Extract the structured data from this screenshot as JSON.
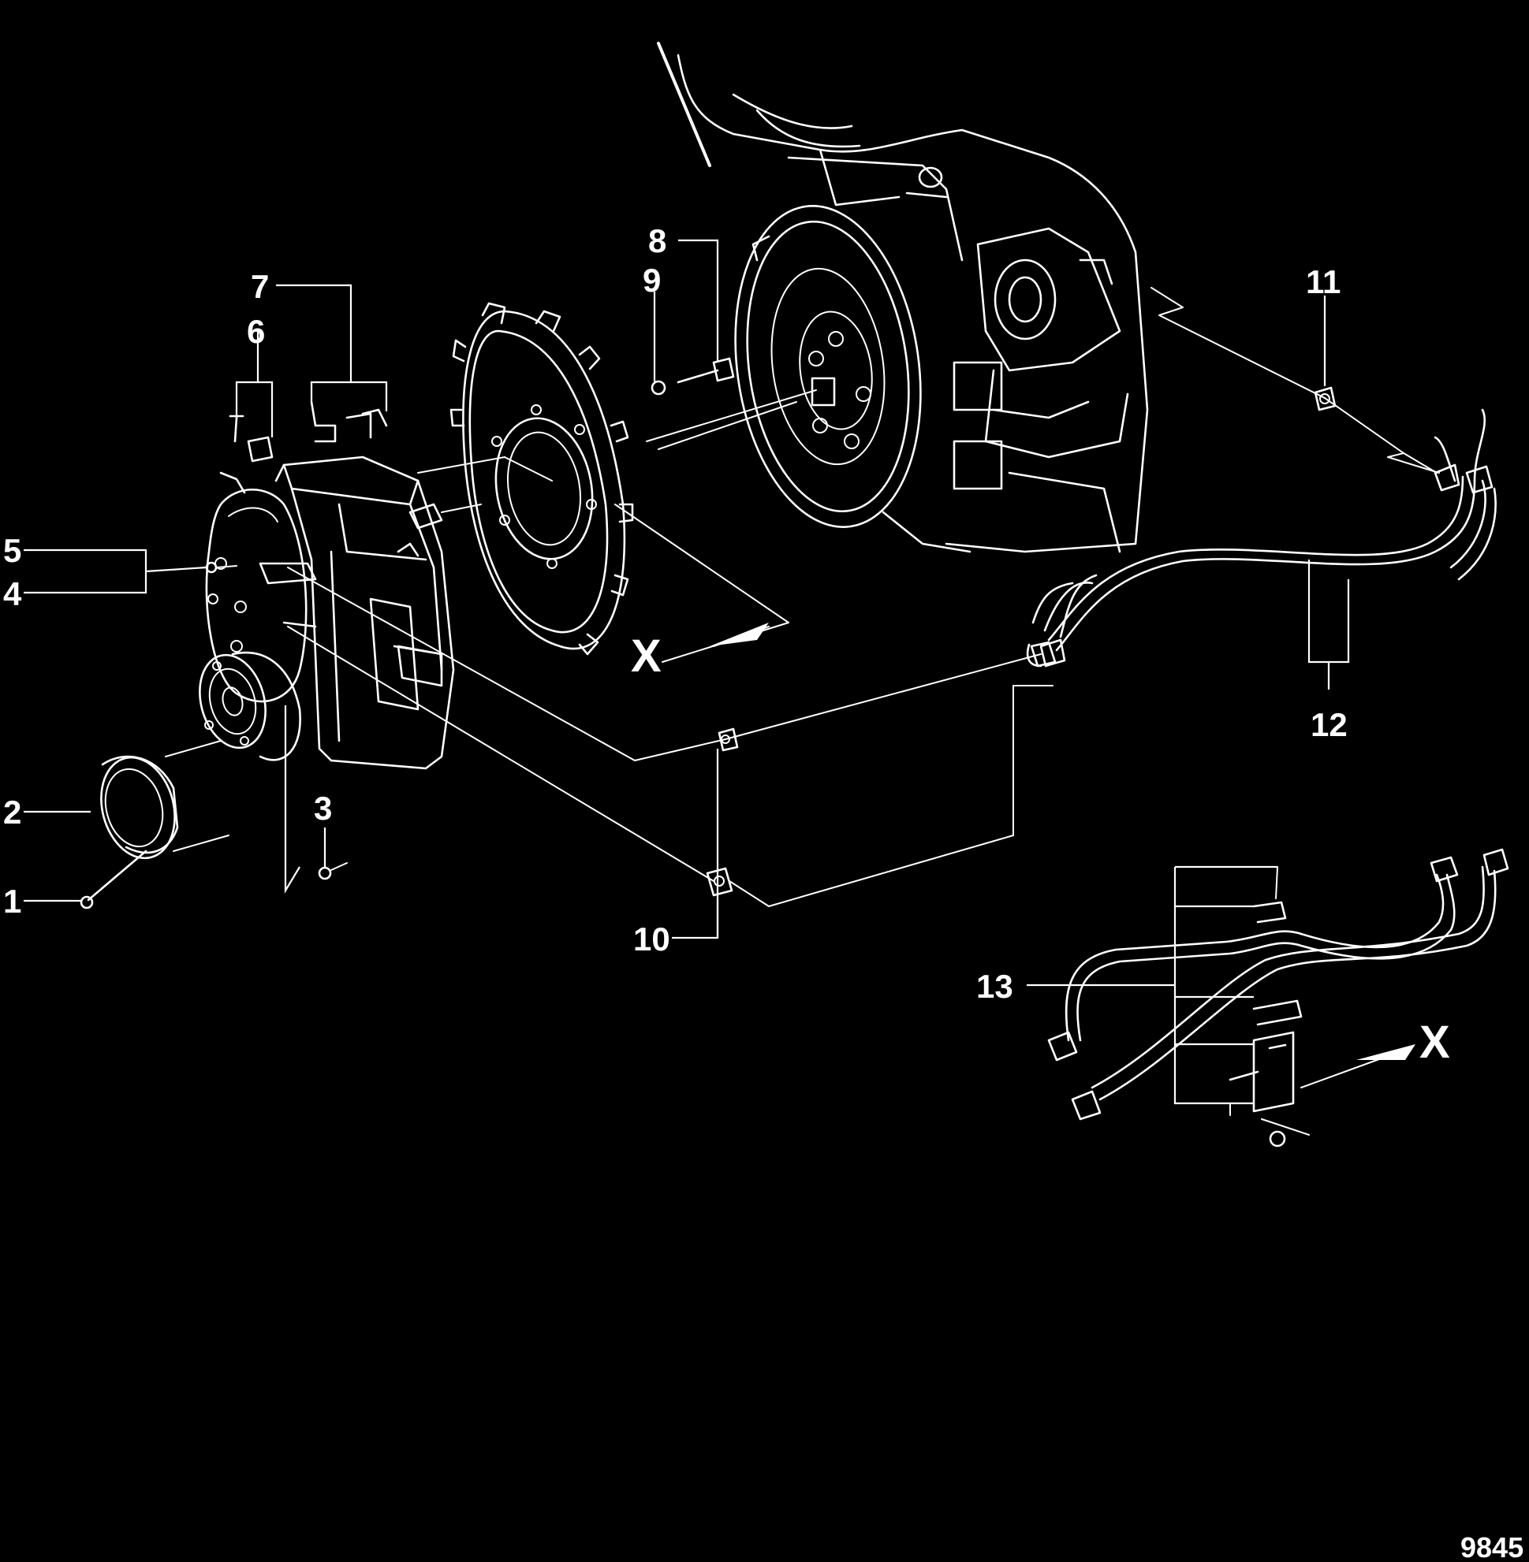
{
  "callouts": [
    "1",
    "2",
    "3",
    "4",
    "5",
    "6",
    "7",
    "8",
    "9",
    "10",
    "11",
    "12",
    "13"
  ],
  "view_marker": "X",
  "figure_number": "9845"
}
